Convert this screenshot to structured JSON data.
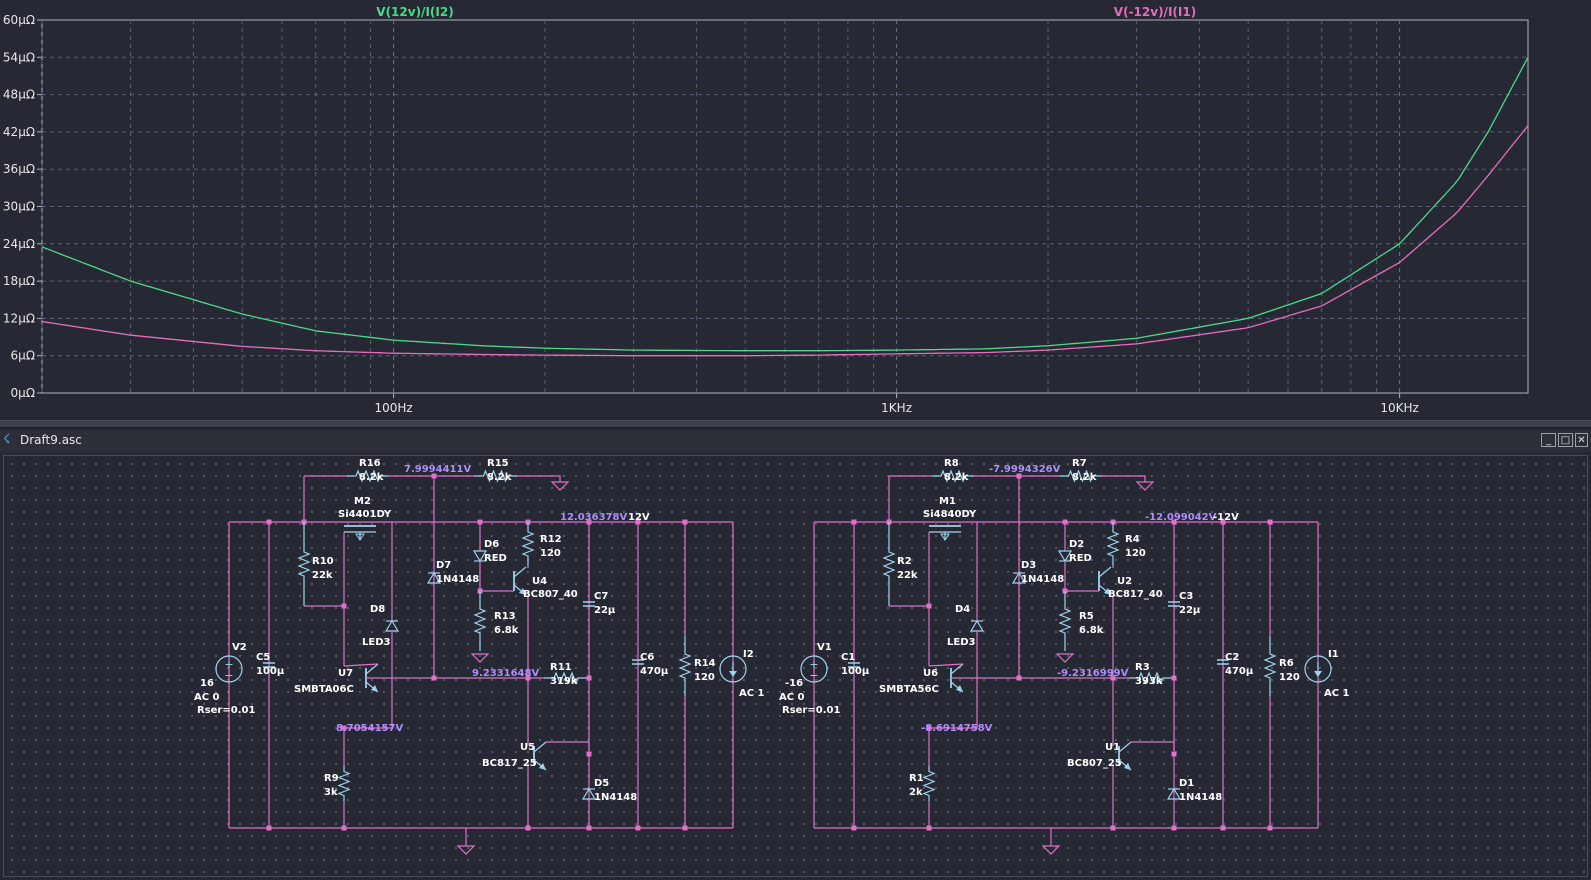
{
  "plot": {
    "y_ticks": [
      "60µΩ",
      "54µΩ",
      "48µΩ",
      "42µΩ",
      "36µΩ",
      "30µΩ",
      "24µΩ",
      "18µΩ",
      "12µΩ",
      "6µΩ",
      "0µΩ"
    ],
    "x_ticks": [
      "100Hz",
      "1KHz",
      "10KHz"
    ],
    "trace_colors": {
      "v12": "#4cd98a",
      "vneg12": "#e36ebd"
    },
    "chart_data": {
      "type": "line",
      "x_scale": "log",
      "xlim": [
        20,
        18000
      ],
      "ylim": [
        0,
        60
      ],
      "y_unit": "µΩ",
      "grid": true,
      "series": [
        {
          "name": "V(12v)/I(I2)",
          "x": [
            20,
            30,
            50,
            70,
            100,
            150,
            200,
            300,
            500,
            700,
            1000,
            1500,
            2000,
            3000,
            5000,
            7000,
            10000,
            13000,
            15000,
            18000
          ],
          "values": [
            23.5,
            18,
            12.7,
            10,
            8.5,
            7.6,
            7.2,
            6.9,
            6.8,
            6.8,
            6.9,
            7.1,
            7.6,
            8.8,
            12,
            16,
            24,
            34,
            42,
            54
          ]
        },
        {
          "name": "V(-12v)/I(I1)",
          "x": [
            20,
            30,
            50,
            70,
            100,
            150,
            200,
            300,
            500,
            700,
            1000,
            1500,
            2000,
            3000,
            5000,
            7000,
            10000,
            13000,
            15000,
            18000
          ],
          "values": [
            11.5,
            9.3,
            7.5,
            6.8,
            6.4,
            6.2,
            6.1,
            6.0,
            6.0,
            6.1,
            6.3,
            6.5,
            6.9,
            7.9,
            10.5,
            14,
            21,
            29,
            35,
            43
          ]
        }
      ]
    }
  },
  "window": {
    "title": "Draft9.asc",
    "buttons": [
      "_",
      "□",
      "✕"
    ]
  },
  "schematic": {
    "positive": {
      "node_labels": {
        "top": "7.9994411V",
        "rail": "12.036378V",
        "rail_net": "12V",
        "base": "9.2331648V",
        "emitter": "8.7054157V"
      },
      "components": {
        "R16": [
          "R16",
          "8.2k"
        ],
        "R15": [
          "R15",
          "8.2k"
        ],
        "M2": [
          "M2",
          "Si4401DY"
        ],
        "R10": [
          "R10",
          "22k"
        ],
        "D7": [
          "D7",
          "1N4148"
        ],
        "D6": [
          "D6",
          "RED"
        ],
        "R12": [
          "R12",
          "120"
        ],
        "U4": [
          "U4",
          "BC807_40"
        ],
        "R13": [
          "R13",
          "6.8k"
        ],
        "C7": [
          "C7",
          "22µ"
        ],
        "D8": [
          "D8",
          "LED3"
        ],
        "V2": [
          "V2",
          "16",
          "AC 0",
          "Rser=0.01"
        ],
        "C5": [
          "C5",
          "100µ"
        ],
        "U7": [
          "U7",
          "SMBTA06C"
        ],
        "R11": [
          "R11",
          "319k"
        ],
        "C6": [
          "C6",
          "470µ"
        ],
        "R14": [
          "R14",
          "120"
        ],
        "I2": [
          "I2",
          "AC 1"
        ],
        "U5": [
          "U5",
          "BC817_25"
        ],
        "D5": [
          "D5",
          "1N4148"
        ],
        "R9": [
          "R9",
          "3k"
        ]
      }
    },
    "negative": {
      "node_labels": {
        "top": "-7.9994326V",
        "rail": "-12.099042V",
        "rail_net": "-12V",
        "base": "-9.2316999V",
        "emitter": "-8.6914758V"
      },
      "components": {
        "R8": [
          "R8",
          "8.2k"
        ],
        "R7": [
          "R7",
          "8.2k"
        ],
        "M1": [
          "M1",
          "Si4840DY"
        ],
        "R2": [
          "R2",
          "22k"
        ],
        "D3": [
          "D3",
          "1N4148"
        ],
        "D2": [
          "D2",
          "RED"
        ],
        "R4": [
          "R4",
          "120"
        ],
        "U2": [
          "U2",
          "BC817_40"
        ],
        "R5": [
          "R5",
          "6.8k"
        ],
        "C3": [
          "C3",
          "22µ"
        ],
        "D4": [
          "D4",
          "LED3"
        ],
        "V1": [
          "V1",
          "-16",
          "AC 0",
          "Rser=0.01"
        ],
        "C1": [
          "C1",
          "100µ"
        ],
        "U6": [
          "U6",
          "SMBTA56C"
        ],
        "R3": [
          "R3",
          "393k"
        ],
        "C2": [
          "C2",
          "470µ"
        ],
        "R6": [
          "R6",
          "120"
        ],
        "I1": [
          "I1",
          "AC 1"
        ],
        "U1": [
          "U1",
          "BC807_25"
        ],
        "D1": [
          "D1",
          "1N4148"
        ],
        "R1": [
          "R1",
          "2k"
        ]
      }
    }
  },
  "colors": {
    "wire": "#e070c8",
    "component": "#9fd4ee",
    "label": "#ffffff",
    "node_label": "#b08cff",
    "background": "#262933"
  }
}
